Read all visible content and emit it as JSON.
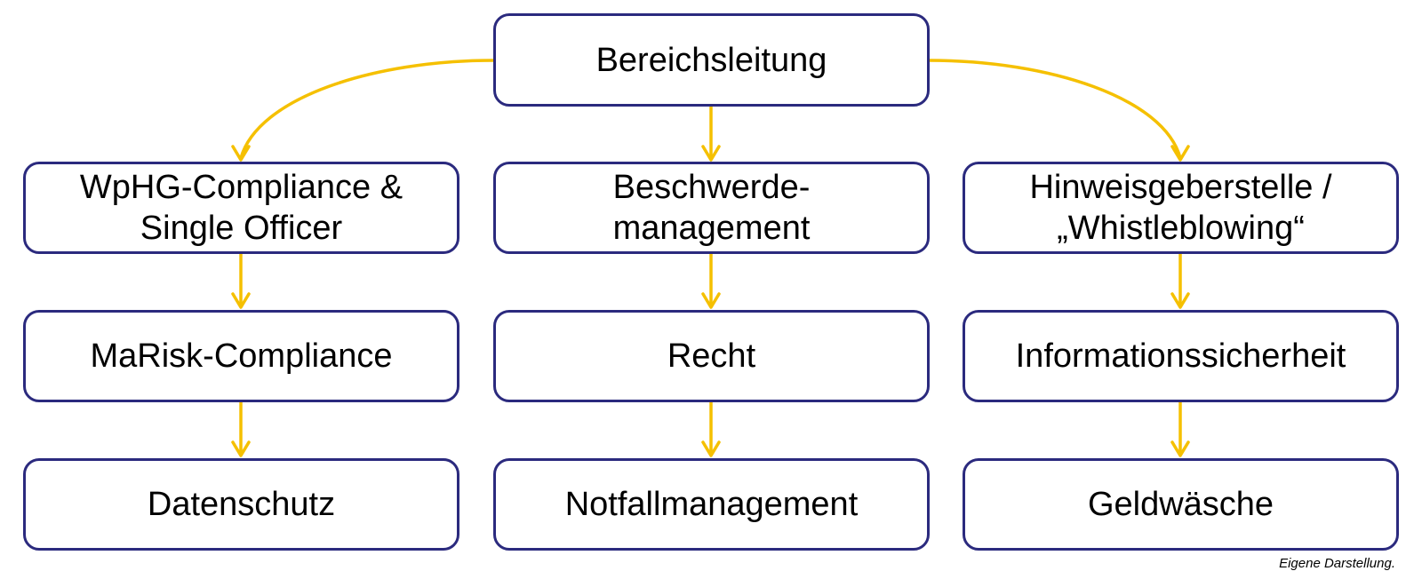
{
  "colors": {
    "box_border": "#2b2a7e",
    "arrow": "#f5c000",
    "text": "#000000",
    "background": "#ffffff"
  },
  "nodes": {
    "root": "Bereichsleitung",
    "col1": [
      "WpHG-Compliance &\nSingle Officer",
      "MaRisk-Compliance",
      "Datenschutz"
    ],
    "col2": [
      "Beschwerde-\nmanagement",
      "Recht",
      "Notfallmanagement"
    ],
    "col3": [
      "Hinweisgeberstelle /\n„Whistleblowing“",
      "Informationssicherheit",
      "Geldwäsche"
    ]
  },
  "source_note": "Eigene Darstellung."
}
